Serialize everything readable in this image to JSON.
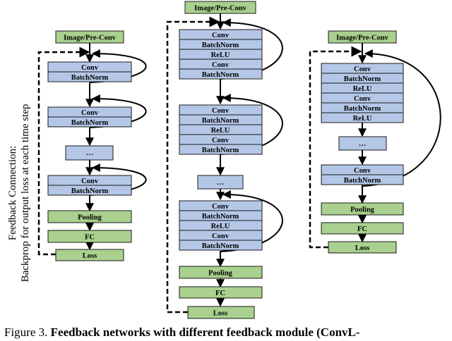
{
  "side_label": {
    "line1": "Feedback Connection:",
    "line2": "Backprop for output loss at each time step"
  },
  "columns": [
    {
      "input": "Image/Pre-Conv",
      "modules": [
        [
          "Conv",
          "BatchNorm"
        ],
        [
          "Conv",
          "BatchNorm"
        ],
        [
          "…"
        ],
        [
          "Conv",
          "BatchNorm"
        ]
      ],
      "head": [
        "Pooling",
        "FC",
        "Loss"
      ]
    },
    {
      "input": "Image/Pre-Conv",
      "modules": [
        [
          "Conv",
          "BatchNorm",
          "ReLU",
          "Conv",
          "BatchNorm"
        ],
        [
          "Conv",
          "BatchNorm",
          "ReLU",
          "Conv",
          "BatchNorm"
        ],
        [
          "…"
        ],
        [
          "Conv",
          "BatchNorm",
          "ReLU",
          "Conv",
          "BatchNorm"
        ]
      ],
      "head": [
        "Pooling",
        "FC",
        "Loss"
      ]
    },
    {
      "input": "Image/Pre-Conv",
      "modules": [
        [
          "Conv",
          "BatchNorm",
          "ReLU",
          "Conv",
          "BatchNorm",
          "ReLU"
        ],
        [
          "…"
        ],
        [
          "Conv",
          "BatchNorm"
        ]
      ],
      "head": [
        "Pooling",
        "FC",
        "Loss"
      ]
    }
  ],
  "caption": {
    "prefix": "Figure 3. ",
    "bold": "Feedback networks with different feedback module (ConvL-"
  },
  "colors": {
    "block_fill": "#b4c7e7",
    "head_fill": "#a9d08e",
    "stroke": "#1a1a1a"
  }
}
